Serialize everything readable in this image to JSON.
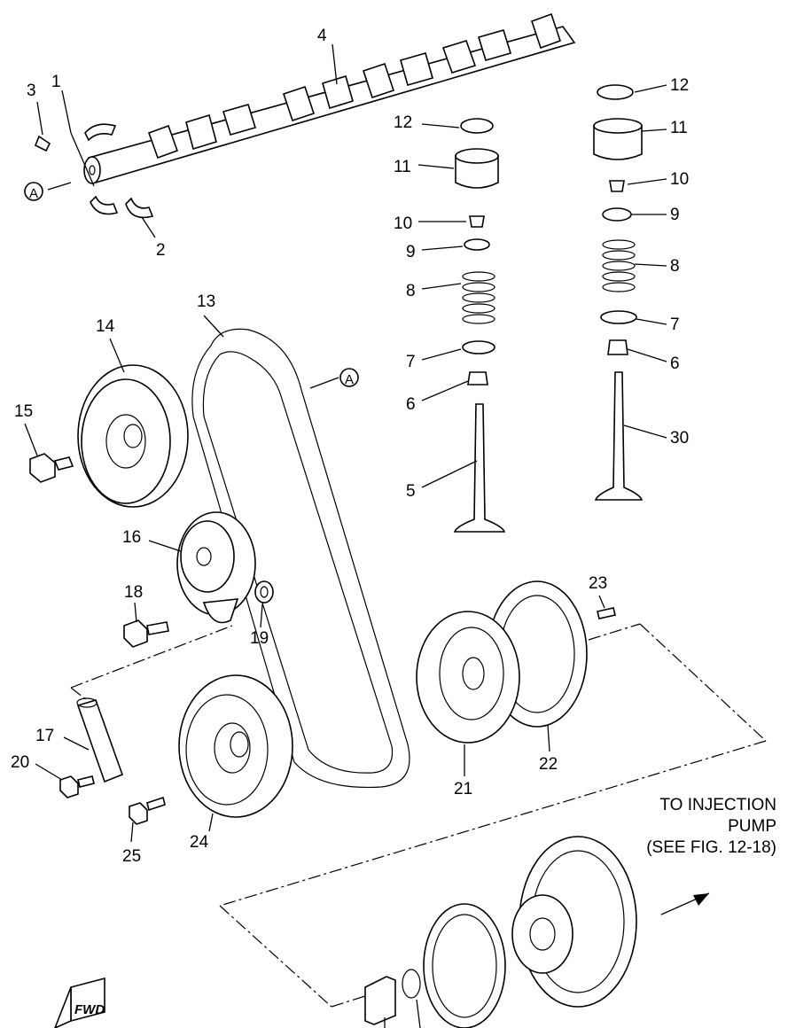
{
  "diagram": {
    "labels": {
      "l1": "1",
      "l2": "2",
      "l3": "3",
      "l4": "4",
      "l5": "5",
      "l6a": "6",
      "l6b": "6",
      "l7a": "7",
      "l7b": "7",
      "l8a": "8",
      "l8b": "8",
      "l9a": "9",
      "l9b": "9",
      "l10a": "10",
      "l10b": "10",
      "l11a": "11",
      "l11b": "11",
      "l12a": "12",
      "l12b": "12",
      "l13": "13",
      "l14": "14",
      "l15": "15",
      "l16": "16",
      "l17": "17",
      "l18": "18",
      "l19": "19",
      "l20": "20",
      "l21": "21",
      "l22": "22",
      "l23": "23",
      "l24": "24",
      "l25": "25",
      "l30": "30"
    },
    "markers": {
      "a1": "A",
      "a2": "A"
    },
    "note": [
      "TO INJECTION",
      "PUMP",
      "(SEE FIG. 12-18)"
    ],
    "fwd": "FWD"
  }
}
